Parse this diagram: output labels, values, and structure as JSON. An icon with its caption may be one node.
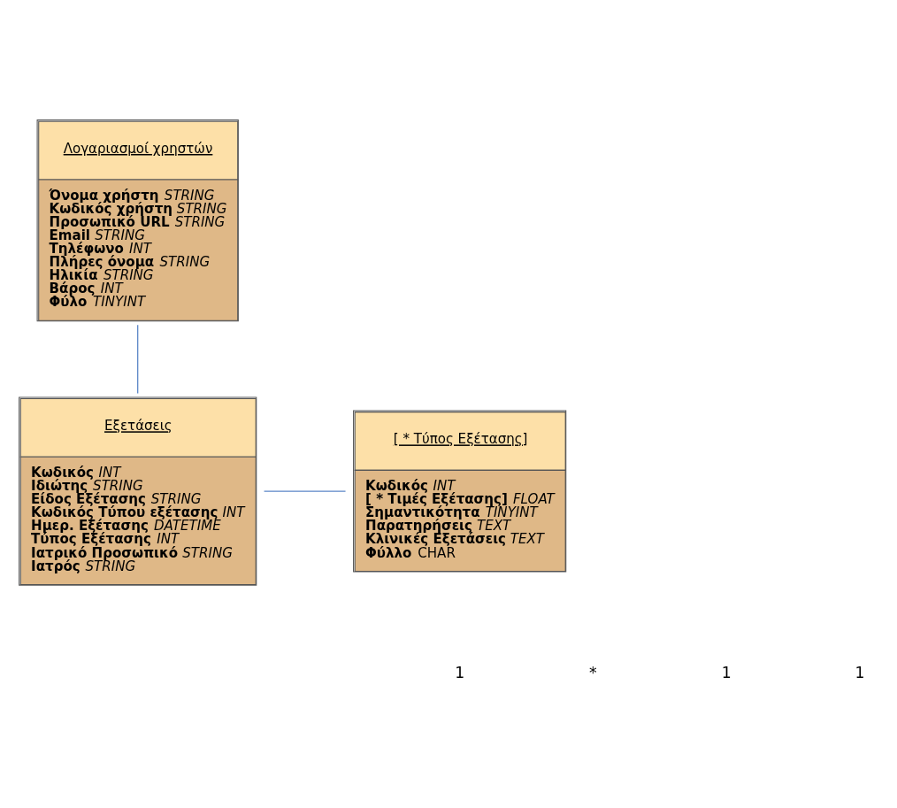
{
  "diagram": {
    "nodes": [
      {
        "text": [
          "Λογαριασμοί χρηστών",
          "**Όνομα χρήστη** *STRING*",
          "**Κωδικός χρήστη** *STRING*",
          "**Προσωπικό URL** *STRING*",
          "**Email** *STRING*",
          "**Τηλέφωνο** *INT*",
          "**Πλήρες όνομα** *STRING*",
          "**Ηλικία** *STRING*",
          "**Βάρος** *INT*",
          "**Φύλο** *TINYINT*"
        ]
      },
      {
        "text": [
          "Εξετάσεις",
          "**Κωδικός** *INT*",
          "**Ιδιώτης** *STRING*",
          "**Είδος Εξέτασης** *STRING*",
          "**Κωδικός Τύπου εξέτασης** *INT*",
          "**Ημερ. Εξέτασης** *DATETIME*",
          "**Τύπος Εξέτασης** *INT*",
          "**Ιατρικό Προσωπικό** *STRING*",
          "**Ιατρός** *STRING*"
        ]
      },
      {
        "text": [
          "[ * Τύπος Εξέτασης]",
          "**Κωδικός** *INT*",
          "**[ * Τιμές Εξέτασης]** *FLOAT*",
          "**Σημαντικότητα** *TINYINT*",
          "**Παρατηρήσεις** *TEXT*",
          "**Κλινικές Εξετάσεις** *TEXT*",
          "**Φύλλο** CHAR"
        ]
      }
    ],
    "edges": [
      {
        "from": 0,
        "to": 1,
        "arrow": "none"
      },
      {
        "from": 1,
        "to": 2,
        "arrow": "none"
      }
    ],
    "labels": [
      "1",
      "*",
      "1",
      "1"
    ]
  }
}
